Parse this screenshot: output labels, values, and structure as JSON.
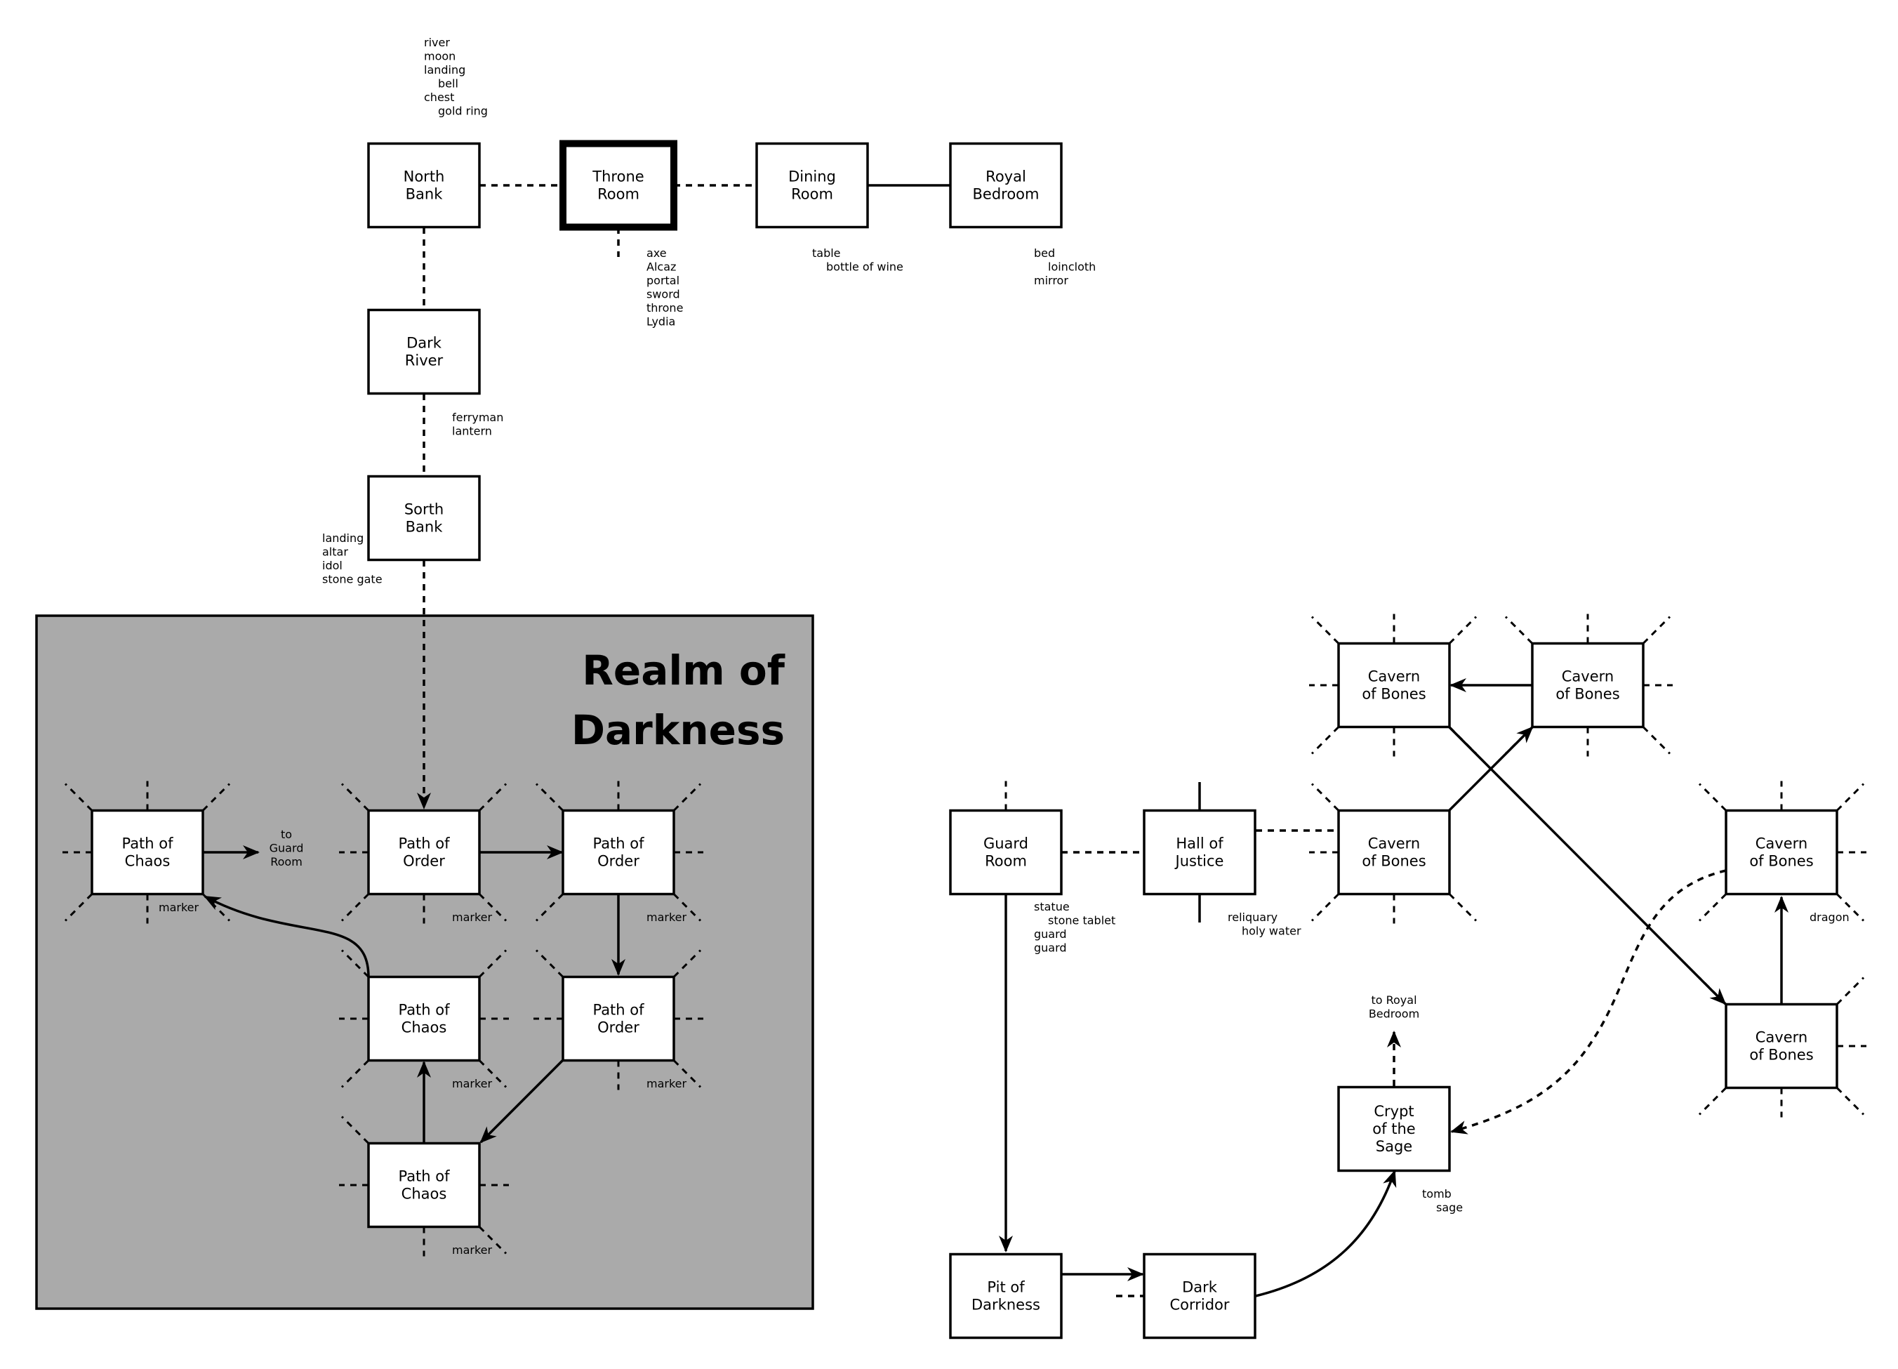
{
  "region": {
    "title_line1": "Realm of",
    "title_line2": "Darkness",
    "fill": "#aaaaaa"
  },
  "rooms": {
    "north_bank": [
      "North",
      "Bank"
    ],
    "throne_room": [
      "Throne",
      "Room"
    ],
    "dining_room": [
      "Dining",
      "Room"
    ],
    "royal_bedroom": [
      "Royal",
      "Bedroom"
    ],
    "dark_river": [
      "Dark",
      "River"
    ],
    "sorth_bank": [
      "Sorth",
      "Bank"
    ],
    "chaos_1": [
      "Path of",
      "Chaos"
    ],
    "order_1": [
      "Path of",
      "Order"
    ],
    "order_2": [
      "Path of",
      "Order"
    ],
    "chaos_2": [
      "Path of",
      "Chaos"
    ],
    "order_3": [
      "Path of",
      "Order"
    ],
    "chaos_3": [
      "Path of",
      "Chaos"
    ],
    "guard_room": [
      "Guard",
      "Room"
    ],
    "hall_of_justice": [
      "Hall of",
      "Justice"
    ],
    "cavern_a": [
      "Cavern",
      "of Bones"
    ],
    "cavern_b": [
      "Cavern",
      "of Bones"
    ],
    "cavern_c": [
      "Cavern",
      "of Bones"
    ],
    "cavern_d": [
      "Cavern",
      "of Bones"
    ],
    "cavern_e": [
      "Cavern",
      "of Bones"
    ],
    "crypt_of_the_sage": [
      "Crypt",
      "of the",
      "Sage"
    ],
    "pit_of_darkness": [
      "Pit of",
      "Darkness"
    ],
    "dark_corridor": [
      "Dark",
      "Corridor"
    ]
  },
  "items": {
    "north_bank": [
      "river",
      "moon",
      "landing",
      "bell",
      "chest",
      "gold ring"
    ],
    "throne_room": [
      "axe",
      "Alcaz",
      "portal",
      "sword",
      "throne",
      "Lydia"
    ],
    "dining_room": [
      "table",
      "bottle of wine"
    ],
    "royal_bedroom": [
      "bed",
      "loincloth",
      "mirror"
    ],
    "dark_river": [
      "ferryman",
      "lantern"
    ],
    "sorth_bank": [
      "landing",
      "altar",
      "idol",
      "stone gate"
    ],
    "chaos_1": [
      "marker"
    ],
    "order_1": [
      "marker"
    ],
    "order_2": [
      "marker"
    ],
    "chaos_2": [
      "marker"
    ],
    "order_3": [
      "marker"
    ],
    "chaos_3": [
      "marker"
    ],
    "guard_room": [
      "statue",
      "stone tablet",
      "guard",
      "guard"
    ],
    "hall_of_justice": [
      "reliquary",
      "holy water"
    ],
    "cavern_e": [
      "dragon"
    ],
    "crypt_of_the_sage": [
      "tomb",
      "sage"
    ]
  },
  "exit_labels": {
    "to_guard_room": [
      "to",
      "Guard",
      "Room"
    ],
    "to_royal_bedroom": [
      "to Royal",
      "Bedroom"
    ]
  }
}
